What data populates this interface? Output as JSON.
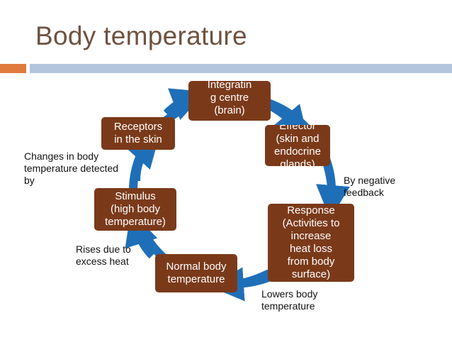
{
  "title": "Body temperature",
  "nodes": {
    "integrating": "Integratin\ng centre\n(brain)",
    "effector": "Effector\n(skin and\nendocrine\nglands)",
    "response": "Response\n(Activities to\nincrease\nheat loss\nfrom body\nsurface)",
    "normal": "Normal body\ntemperature",
    "stimulus": "Stimulus\n(high body\ntemperature)",
    "receptors": "Receptors\nin the skin"
  },
  "annotations": {
    "detected": "Changes in body\ntemperature detected\nby",
    "negative_feedback": "By negative\nfeedback",
    "rises": "Rises due to\nexcess heat",
    "lowers": "Lowers body\ntemperature"
  },
  "colors": {
    "box": "#7a3a1a",
    "arrow": "#1f6fb8",
    "title": "#6e5240",
    "accent_orange": "#e07a3c",
    "accent_blue": "#b3c5dd"
  }
}
